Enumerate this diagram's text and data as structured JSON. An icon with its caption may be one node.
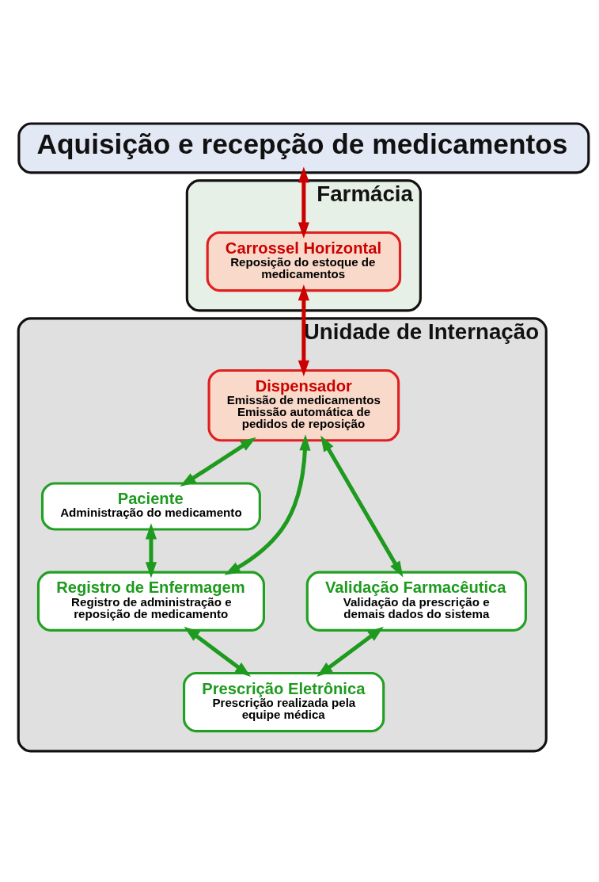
{
  "diagram": {
    "nodes": [
      {
        "text": [
          "Aquisição e recepção de medicamentos"
        ]
      },
      {
        "text": [
          "Farmácia"
        ]
      },
      {
        "text": [
          "Carrossel Horizontal",
          "Reposição do estoque de medicamentos"
        ],
        "in": 1
      },
      {
        "text": [
          "Unidade de Internação"
        ]
      },
      {
        "text": [
          "Dispensador",
          "Emissão de medicamentos",
          "Emissão automática de pedidos de reposição"
        ],
        "in": 3
      },
      {
        "text": [
          "Paciente",
          "Administração do medicamento"
        ],
        "in": 3
      },
      {
        "text": [
          "Validação Farmacêutica",
          "Validação da prescrição e demais dados do sistema"
        ],
        "in": 3
      },
      {
        "text": [
          "Registro de Enfermagem",
          "Registro de administração e reposição de medicamento"
        ],
        "in": 3
      },
      {
        "text": [
          "Prescrição Eletrônica",
          "Prescrição realizada pela equipe médica"
        ],
        "in": 3
      }
    ],
    "edges": [
      {
        "from": 0,
        "to": 2,
        "arrow": "both",
        "color": "#cc0000"
      },
      {
        "from": 2,
        "to": 4,
        "arrow": "both",
        "color": "#cc0000"
      },
      {
        "from": 4,
        "to": 5,
        "arrow": "both"
      },
      {
        "from": 4,
        "to": 6,
        "arrow": "both"
      },
      {
        "from": 4,
        "to": 7,
        "arrow": "both"
      },
      {
        "from": 5,
        "to": 7,
        "arrow": "both"
      },
      {
        "from": 7,
        "to": 8,
        "arrow": "both"
      },
      {
        "from": 6,
        "to": 8,
        "arrow": "both"
      }
    ]
  }
}
